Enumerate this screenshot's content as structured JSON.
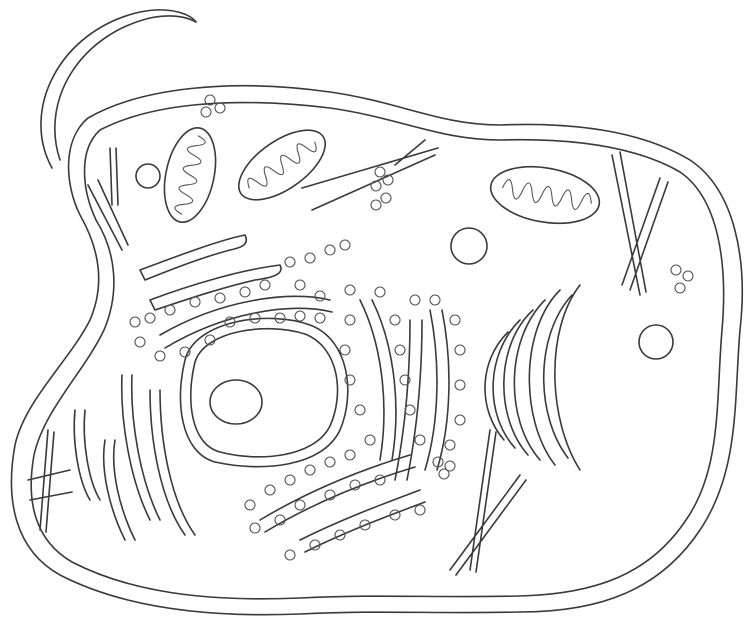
{
  "colors": {
    "stroke": "#3a3a3a",
    "background": "#ffffff"
  },
  "parts": [
    "cell-membrane",
    "flagellum",
    "nucleus",
    "nucleolus",
    "mitochondria",
    "rough-er",
    "smooth-er",
    "golgi-apparatus",
    "vacuoles",
    "vesicles",
    "ribosomes",
    "microtubules"
  ]
}
